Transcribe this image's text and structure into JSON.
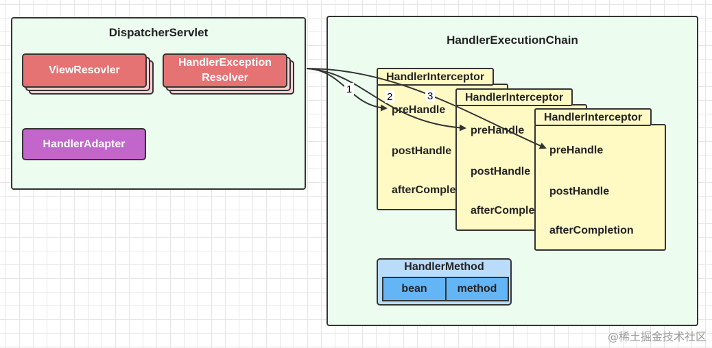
{
  "dispatcher": {
    "title": "DispatcherServlet",
    "view_resolver": "ViewResovler",
    "exception_resolver": [
      "HandlerException",
      "Resolver"
    ],
    "handler_adapter": "HandlerAdapter"
  },
  "chain": {
    "title": "HandlerExecutionChain",
    "interceptors": [
      {
        "title": "HandlerInterceptor",
        "methods": [
          "preHandle",
          "postHandle",
          "afterComple"
        ]
      },
      {
        "title": "HandlerInterceptor",
        "methods": [
          "preHandle",
          "postHandle",
          "afterComple"
        ]
      },
      {
        "title": "HandlerInterceptor",
        "methods": [
          "preHandle",
          "postHandle",
          "afterCompletion"
        ]
      }
    ],
    "handler_method": {
      "title": "HandlerMethod",
      "fields": [
        "bean",
        "method"
      ]
    }
  },
  "arrows": [
    "1",
    "2",
    "3"
  ],
  "watermark": "@稀土掘金技术社区",
  "colors": {
    "panel": "#ecfdf0",
    "resolver": "#e57373",
    "adapter": "#c266cc",
    "interceptor": "#fff9c4",
    "handler_method": "#b9dcfb",
    "handler_cell": "#64b5f6"
  }
}
